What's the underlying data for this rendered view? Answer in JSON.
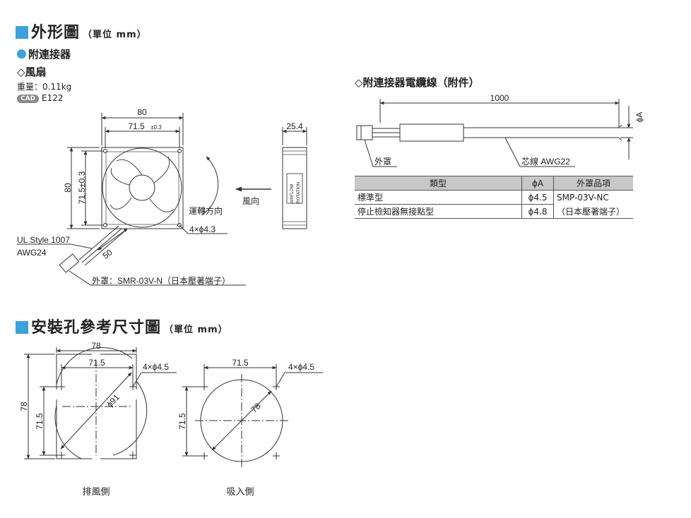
{
  "outline": {
    "title": "外形圖",
    "unit": "（單位 mm）"
  },
  "accessory": {
    "heading": "附連接器"
  },
  "fan": {
    "heading": "◇風扇",
    "weight_label": "重量：0.11kg",
    "cad_badge": "CAD",
    "cad_code": "E122"
  },
  "fan_drawing": {
    "dim_80_top": "80",
    "dim_715_top": "71.5",
    "dim_715_top_tol": "±0.3",
    "dim_80_left": "80",
    "dim_715_left": "71.5±0.3",
    "rotation_label": "運轉方向",
    "holes_label": "4×ϕ4.3",
    "depth_label": "25.4",
    "airflow_label": "風向",
    "side_text_1": "AIRFLOW",
    "side_text_2": "ROTATION",
    "lead_len": "50",
    "ul_style": "UL Style 1007",
    "awg": "AWG24",
    "housing_label": "外罩：SMR-03V-N（日本壓著端子）"
  },
  "cable": {
    "heading": "◇附連接器電纜線（附件）",
    "length": "1000",
    "diameter_label": "ϕA",
    "housing_label": "外罩",
    "core_label": "芯線  AWG22",
    "table": {
      "headers": [
        "類型",
        "ϕA",
        "外罩品項"
      ],
      "rows": [
        [
          "標準型",
          "ϕ4.5",
          "SMP-03V-NC"
        ],
        [
          "停止檢知器無接點型",
          "ϕ4.8",
          "（日本壓著端子）"
        ]
      ]
    }
  },
  "mounting": {
    "title": "安裝孔參考尺寸圖",
    "unit": "（單位 mm）",
    "exhaust": {
      "dim_78_top": "78",
      "dim_715_top": "71.5",
      "holes": "4×ϕ4.5",
      "dia": "ϕ91",
      "dim_78_left": "78",
      "dim_715_left": "71.5",
      "caption": "排風側"
    },
    "intake": {
      "dim_715_top": "71.5",
      "holes": "4×ϕ4.5",
      "dia": "78",
      "dim_715_left": "71.5",
      "caption": "吸入側"
    }
  }
}
